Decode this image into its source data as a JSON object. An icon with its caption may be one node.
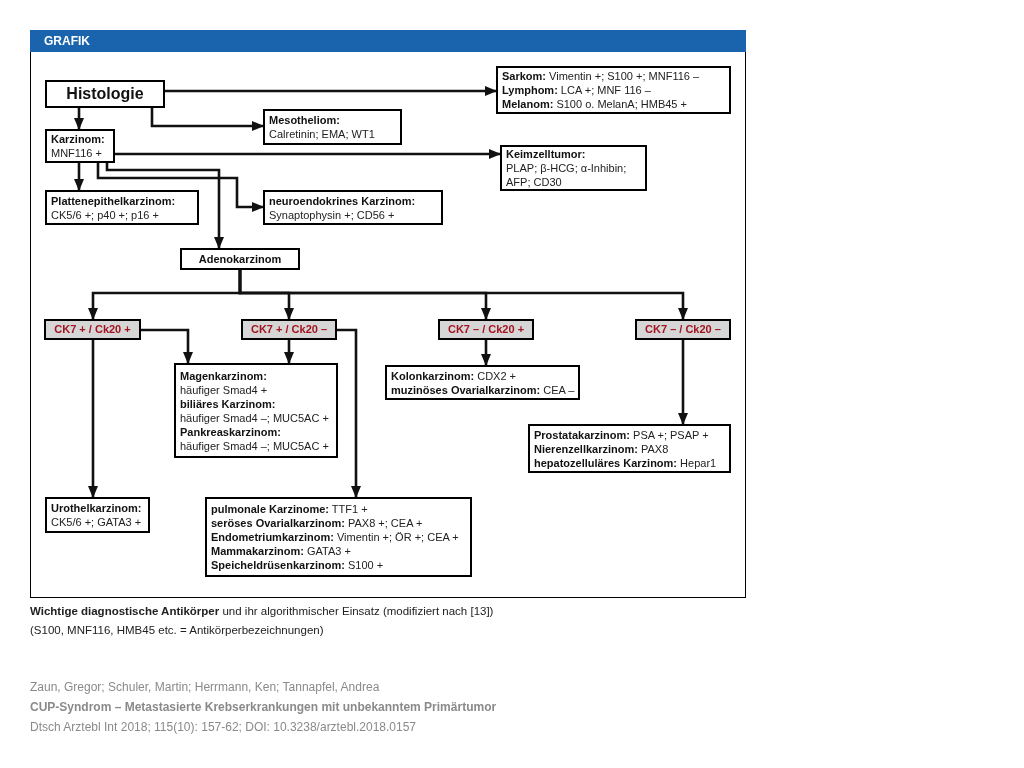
{
  "diagram": {
    "title": "GRAFIK",
    "caption": "**Wichtige diagnostische Antikörper** und ihr algorithmischer Einsatz (modifiziert nach [13])",
    "nodes": [
      {
        "text": [
          "Histologie"
        ]
      },
      {
        "text": [
          "**Sarkom:** Vimentin +; S100 +; MNF116 –",
          "**Lymphom:** LCA +; MNF 116 –",
          "**Melanom:** S100 o. MelanA; HMB45 +"
        ]
      },
      {
        "text": [
          "Mesotheliom:",
          "Calretinin; EMA; WT1"
        ]
      },
      {
        "text": [
          "Karzinom:",
          "MNF116 +"
        ]
      },
      {
        "text": [
          "Keimzelltumor:",
          "PLAP; β-HCG; α-Inhibin; AFP; CD30"
        ]
      },
      {
        "text": [
          "Plattenepithelkarzinom:",
          "CK5/6 +; p40 +; p16 +"
        ]
      },
      {
        "text": [
          "neuroendokrines Karzinom:",
          "Synaptophysin +; CD56 +"
        ]
      },
      {
        "text": [
          "Adenokarzinom"
        ]
      },
      {
        "text": [
          "CK7 + / Ck20 +"
        ]
      },
      {
        "text": [
          "CK7 + / Ck20 –"
        ]
      },
      {
        "text": [
          "CK7 – / Ck20 +"
        ]
      },
      {
        "text": [
          "CK7 – / Ck20 –"
        ]
      },
      {
        "text": [
          "Magenkarzinom:",
          "häufiger Smad4 +",
          "biliäres Karzinom:",
          "häufiger Smad4 –; MUC5AC +",
          "Pankreaskarzinom:",
          "häufiger Smad4 –; MUC5AC +"
        ]
      },
      {
        "text": [
          "**Kolonkarzinom:** CDX2 +",
          "**muzinöses Ovarialkarzinom:** CEA –"
        ]
      },
      {
        "text": [
          "**Prostatakarzinom:** PSA +; PSAP +",
          "**Nierenzellkarzinom:** PAX8",
          "**hepatozelluläres Karzinom:** Hepar1"
        ]
      },
      {
        "text": [
          "Urothelkarzinom:",
          "CK5/6 +; GATA3 +"
        ]
      },
      {
        "text": [
          "**pulmonale Karzinome:** TTF1 +",
          "**seröses Ovarialkarzinom:** PAX8 +; CEA +",
          "**Endometriumkarzinom:** Vimentin +; ÖR +; CEA +",
          "**Mammakarzinom:** GATA3 +",
          "**Speicheldrüsenkarzinom:** S100 +"
        ]
      }
    ],
    "edges": [
      {
        "from": 0,
        "to": 1,
        "arrow": "to"
      },
      {
        "from": 0,
        "to": 2,
        "arrow": "to"
      },
      {
        "from": 0,
        "to": 3,
        "arrow": "to"
      },
      {
        "from": 3,
        "to": 4,
        "arrow": "to"
      },
      {
        "from": 3,
        "to": 5,
        "arrow": "to"
      },
      {
        "from": 3,
        "to": 6,
        "arrow": "to"
      },
      {
        "from": 3,
        "to": 7,
        "arrow": "to"
      },
      {
        "from": 7,
        "to": 8,
        "arrow": "to"
      },
      {
        "from": 7,
        "to": 9,
        "arrow": "to"
      },
      {
        "from": 7,
        "to": 10,
        "arrow": "to"
      },
      {
        "from": 7,
        "to": 11,
        "arrow": "to"
      },
      {
        "from": 8,
        "to": 12,
        "arrow": "to"
      },
      {
        "from": 8,
        "to": 15,
        "arrow": "to"
      },
      {
        "from": 9,
        "to": 12,
        "arrow": "to"
      },
      {
        "from": 9,
        "to": 16,
        "arrow": "to"
      },
      {
        "from": 10,
        "to": 13,
        "arrow": "to"
      },
      {
        "from": 11,
        "to": 14,
        "arrow": "to"
      }
    ],
    "labels": [
      "(S100, MNF116, HMB45 etc. = Antikörperbezeichnungen)",
      "Zaun, Gregor; Schuler, Martin; Herrmann, Ken; Tannapfel, Andrea",
      "CUP-Syndrom – Metastasierte Krebserkrankungen mit unbekanntem Primärtumor",
      "Dtsch Arztebl Int 2018; 115(10): 157-62; DOI: 10.3238/arztebl.2018.0157"
    ]
  }
}
